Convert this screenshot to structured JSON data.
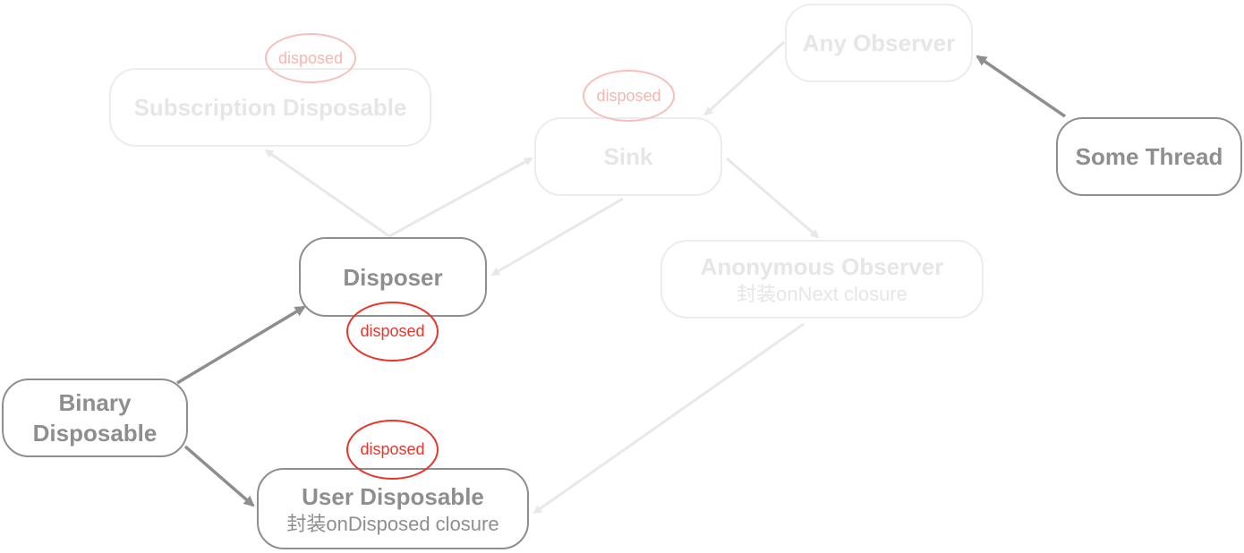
{
  "colors": {
    "active_node": "#8e8e8e",
    "faded_node": "#ececec",
    "faded_text": "#e6e6e6",
    "active_badge": "#e8362c",
    "faded_badge": "#f6bfb9",
    "active_edge": "#8e8e8e",
    "faded_edge": "#e8e8e8"
  },
  "nodes": {
    "subscription_disposable": {
      "title": "Subscription Disposable",
      "state": "faded"
    },
    "sink": {
      "title": "Sink",
      "state": "faded"
    },
    "any_observer": {
      "title": "Any Observer",
      "state": "faded"
    },
    "some_thread": {
      "title": "Some Thread",
      "state": "active"
    },
    "disposer": {
      "title": "Disposer",
      "state": "active"
    },
    "anonymous_observer": {
      "title": "Anonymous Observer",
      "subtitle": "封装onNext closure",
      "state": "faded"
    },
    "binary_disposable": {
      "title_line1": "Binary",
      "title_line2": "Disposable",
      "state": "active"
    },
    "user_disposable": {
      "title": "User Disposable",
      "subtitle": "封装onDisposed closure",
      "state": "active"
    }
  },
  "badges": {
    "subscription_disposable": {
      "label": "disposed",
      "state": "faded"
    },
    "sink": {
      "label": "disposed",
      "state": "faded"
    },
    "disposer": {
      "label": "disposed",
      "state": "active"
    },
    "user_disposable": {
      "label": "disposed",
      "state": "active"
    }
  },
  "edges": [
    {
      "from": "disposer",
      "to": "subscription_disposable",
      "state": "faded"
    },
    {
      "from": "disposer",
      "to": "sink",
      "state": "faded"
    },
    {
      "from": "sink",
      "to": "disposer",
      "state": "faded"
    },
    {
      "from": "any_observer",
      "to": "sink",
      "state": "faded"
    },
    {
      "from": "sink",
      "to": "anonymous_observer",
      "state": "faded"
    },
    {
      "from": "anonymous_observer",
      "to": "user_disposable",
      "state": "faded"
    },
    {
      "from": "some_thread",
      "to": "any_observer",
      "state": "active"
    },
    {
      "from": "binary_disposable",
      "to": "disposer",
      "state": "active"
    },
    {
      "from": "binary_disposable",
      "to": "user_disposable",
      "state": "active"
    }
  ]
}
